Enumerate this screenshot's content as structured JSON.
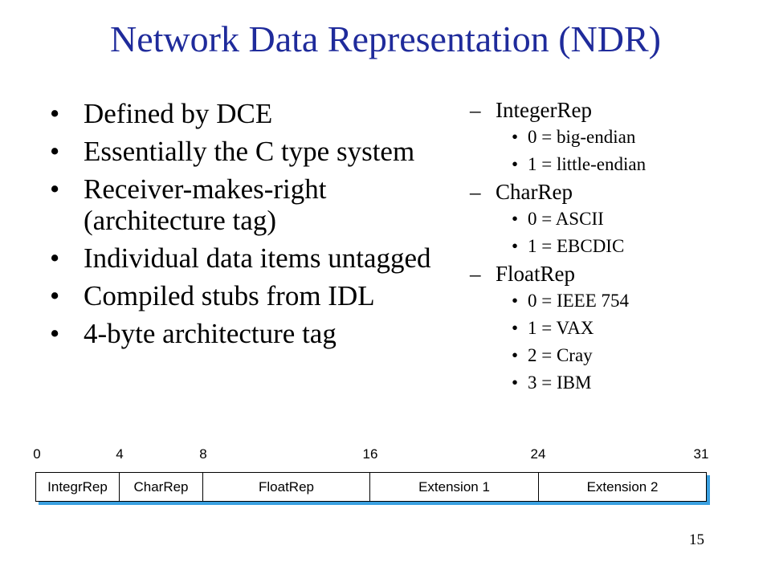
{
  "slide": {
    "title": "Network Data Representation (NDR)",
    "page_number": "15"
  },
  "bullets": [
    "Defined by DCE",
    "Essentially the C type system",
    "Receiver-makes-right (architecture tag)",
    "Individual data items untagged",
    "Compiled stubs from IDL",
    "4-byte architecture tag"
  ],
  "right": {
    "groups": [
      {
        "label": "IntegerRep",
        "items": [
          "0 = big-endian",
          "1 = little-endian"
        ]
      },
      {
        "label": "CharRep",
        "items": [
          "0 = ASCII",
          "1 = EBCDIC"
        ]
      },
      {
        "label": "FloatRep",
        "items": [
          "0 = IEEE 754",
          "1 = VAX",
          "2 = Cray",
          "3 = IBM"
        ]
      }
    ]
  },
  "diagram": {
    "ticks": [
      "0",
      "4",
      "8",
      "16",
      "24",
      "31"
    ],
    "fields": [
      "IntegrRep",
      "CharRep",
      "FloatRep",
      "Extension 1",
      "Extension 2"
    ],
    "shadow_color": "#3aa0e0"
  },
  "colors": {
    "title": "#1f2b9b"
  }
}
